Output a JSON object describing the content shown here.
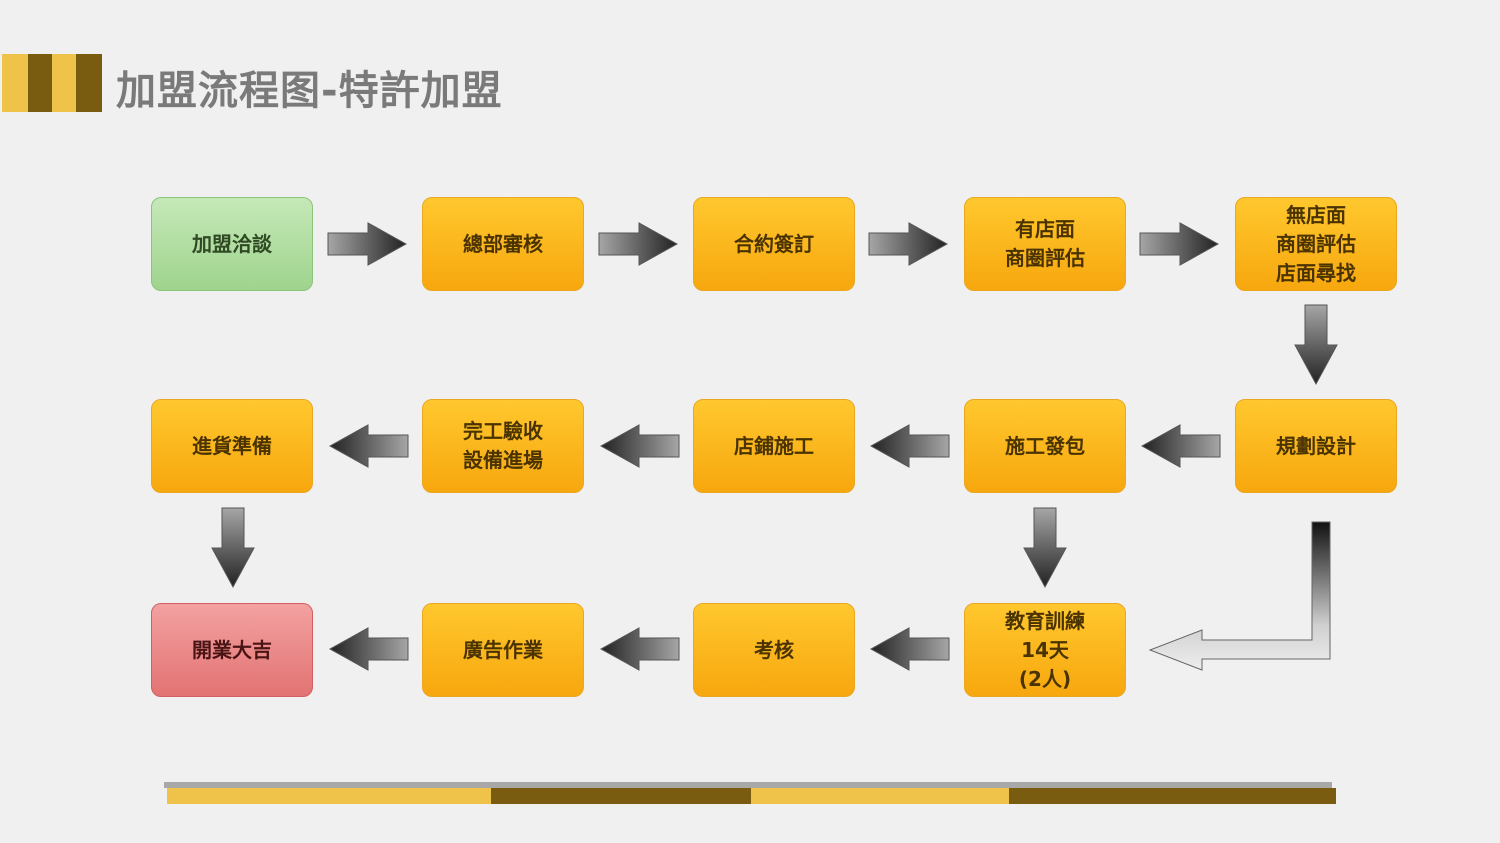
{
  "title": "加盟流程图-特許加盟",
  "colors": {
    "gold": "#efc34a",
    "brown": "#7a5c10",
    "node_orange": "#f9b31a",
    "node_green": "#a9d99a",
    "node_red": "#ea8585",
    "title_gray": "#7a7a7a"
  },
  "nodes": [
    {
      "id": "n1",
      "label": "加盟洽談",
      "color": "green"
    },
    {
      "id": "n2",
      "label": "總部審核",
      "color": "orange"
    },
    {
      "id": "n3",
      "label": "合約簽訂",
      "color": "orange"
    },
    {
      "id": "n4",
      "label": "有店面\n商圈評估",
      "color": "orange"
    },
    {
      "id": "n5",
      "label": "無店面\n商圈評估\n店面尋找",
      "color": "orange"
    },
    {
      "id": "n6",
      "label": "規劃設計",
      "color": "orange"
    },
    {
      "id": "n7",
      "label": "施工發包",
      "color": "orange"
    },
    {
      "id": "n8",
      "label": "店鋪施工",
      "color": "orange"
    },
    {
      "id": "n9",
      "label": "完工驗收\n設備進場",
      "color": "orange"
    },
    {
      "id": "n10",
      "label": "進貨準備",
      "color": "orange"
    },
    {
      "id": "n11",
      "label": "教育訓練\n14天\n(2人)",
      "color": "orange"
    },
    {
      "id": "n12",
      "label": "考核",
      "color": "orange"
    },
    {
      "id": "n13",
      "label": "廣告作業",
      "color": "orange"
    },
    {
      "id": "n14",
      "label": "開業大吉",
      "color": "red"
    }
  ],
  "edges": [
    [
      "n1",
      "n2"
    ],
    [
      "n2",
      "n3"
    ],
    [
      "n3",
      "n4"
    ],
    [
      "n4",
      "n5"
    ],
    [
      "n5",
      "n6"
    ],
    [
      "n6",
      "n7"
    ],
    [
      "n7",
      "n8"
    ],
    [
      "n8",
      "n9"
    ],
    [
      "n9",
      "n10"
    ],
    [
      "n10",
      "n14"
    ],
    [
      "n7",
      "n11"
    ],
    [
      "n6",
      "n11"
    ],
    [
      "n11",
      "n12"
    ],
    [
      "n12",
      "n13"
    ],
    [
      "n13",
      "n14"
    ]
  ]
}
